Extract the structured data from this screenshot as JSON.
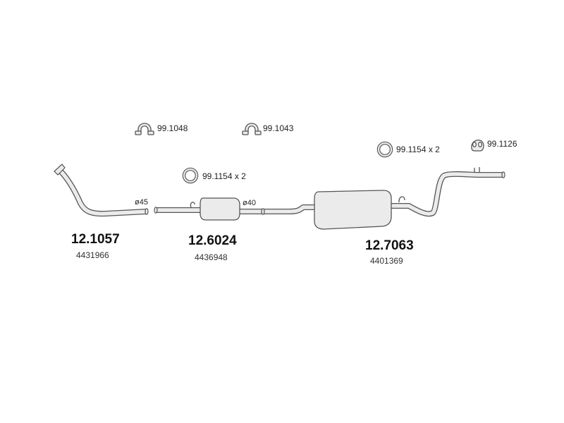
{
  "parts": [
    {
      "number": "12.1057",
      "oe": "4431966",
      "icon": "front-pipe-icon"
    },
    {
      "number": "12.6024",
      "oe": "4436948",
      "icon": "middle-silencer-icon"
    },
    {
      "number": "12.7063",
      "oe": "4401369",
      "icon": "rear-silencer-icon"
    }
  ],
  "accessories": [
    {
      "label": "99.1048",
      "icon": "clamp-icon"
    },
    {
      "label": "99.1043",
      "icon": "clamp-icon"
    },
    {
      "label": "99.1154 x 2",
      "icon": "ring-gasket-icon"
    },
    {
      "label": "99.1154 x 2",
      "icon": "ring-gasket-icon"
    },
    {
      "label": "99.1126",
      "icon": "rubber-hanger-icon"
    }
  ],
  "dimensions": [
    {
      "label": "ø45"
    },
    {
      "label": "ø40"
    }
  ],
  "colors": {
    "stroke": "#555555",
    "fill": "#ebebeb",
    "text": "#111111"
  }
}
